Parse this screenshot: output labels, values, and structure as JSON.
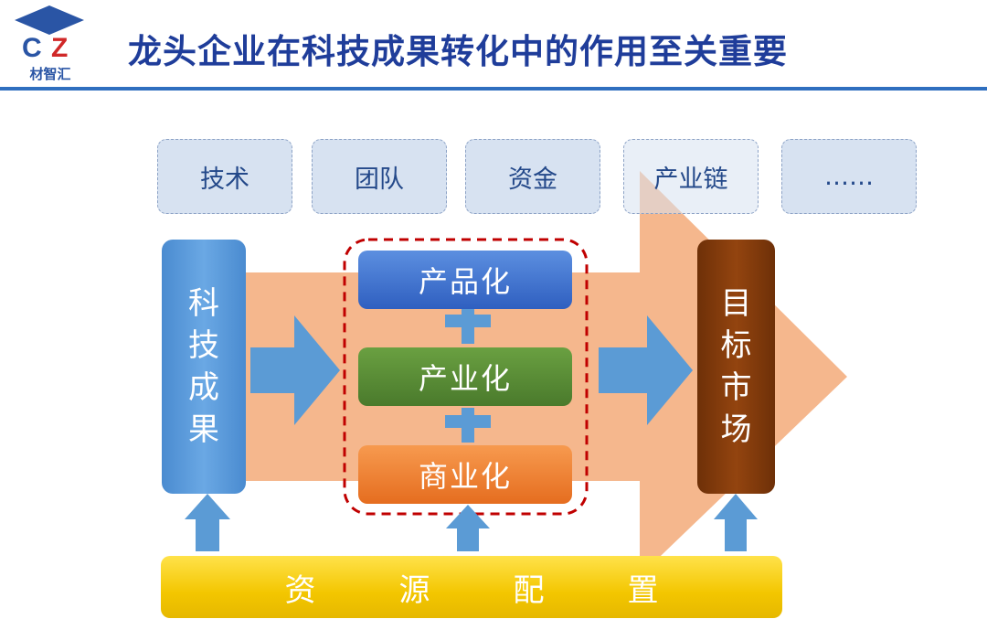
{
  "header": {
    "logo_text": "材智汇",
    "title": "龙头企业在科技成果转化中的作用至关重要"
  },
  "factors": [
    "技术",
    "团队",
    "资金",
    "产业链",
    "……"
  ],
  "source": {
    "chars": [
      "科",
      "技",
      "成",
      "果"
    ]
  },
  "stages": [
    "产品化",
    "产业化",
    "商业化"
  ],
  "target": {
    "chars": [
      "目",
      "标",
      "市",
      "场"
    ]
  },
  "resource": {
    "chars": [
      "资",
      "源",
      "配",
      "置"
    ]
  },
  "colors": {
    "title": "#1f3d9a",
    "flow_orange": "#f4b183",
    "stage_product": "#3f6fcf",
    "stage_industry": "#548235",
    "stage_commerce": "#ed7d31",
    "target_box": "#843c0c",
    "source_box": "#5b9bd5",
    "resource_bar": "#f3c600",
    "dashed_border": "#c00000"
  }
}
